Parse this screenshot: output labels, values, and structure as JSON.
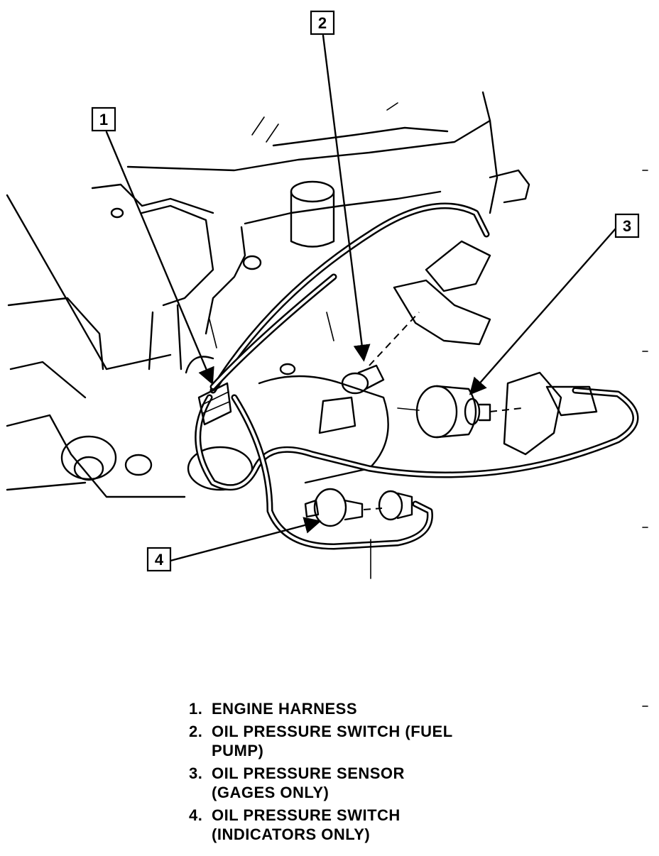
{
  "callouts": [
    {
      "number": "1"
    },
    {
      "number": "2"
    },
    {
      "number": "3"
    },
    {
      "number": "4"
    }
  ],
  "legend": [
    {
      "number": "1.",
      "text": "ENGINE HARNESS"
    },
    {
      "number": "2.",
      "text": "OIL PRESSURE SWITCH (FUEL\nPUMP)"
    },
    {
      "number": "3.",
      "text": "OIL PRESSURE SENSOR\n(GAGES ONLY)"
    },
    {
      "number": "4.",
      "text": "OIL PRESSURE SWITCH\n(INDICATORS ONLY)"
    }
  ]
}
